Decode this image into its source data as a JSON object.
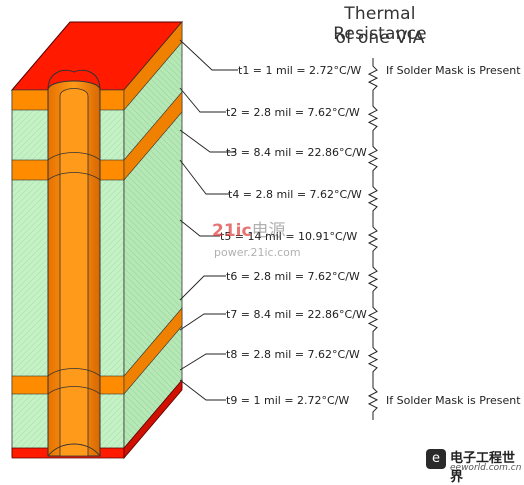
{
  "title": {
    "line1": "Thermal Resistance",
    "line2": "of one VIA"
  },
  "layers": [
    {
      "label": "t1 = 1 mil  = 2.72°C/W",
      "note": "If Solder Mask is Present"
    },
    {
      "label": "t2 = 2.8 mil  = 7.62°C/W"
    },
    {
      "label": "t3 = 8.4 mil  = 22.86°C/W"
    },
    {
      "label": "t4 = 2.8 mil  = 7.62°C/W"
    },
    {
      "label": "t5 = 14 mil  = 10.91°C/W"
    },
    {
      "label": "t6 = 2.8 mil  = 7.62°C/W"
    },
    {
      "label": "t7 = 8.4 mil = 22.86°C/W"
    },
    {
      "label": "t8 = 2.8 mil  = 7.62°C/W"
    },
    {
      "label": "t9 = 1 mil    = 2.72°C/W",
      "note": "If Solder Mask is Present"
    }
  ],
  "watermark": {
    "brand": "21ic",
    "brand_cn": "电源",
    "url": "power.21ic.com"
  },
  "logo": {
    "icon_letter": "e",
    "cn": "电子工程世界",
    "en": "eeworld.com.cn"
  },
  "colors": {
    "mask": "#ff0000",
    "copper": "#ff8c00",
    "laminate": "#c8f5c8",
    "via_fill": "#ff8c00"
  }
}
